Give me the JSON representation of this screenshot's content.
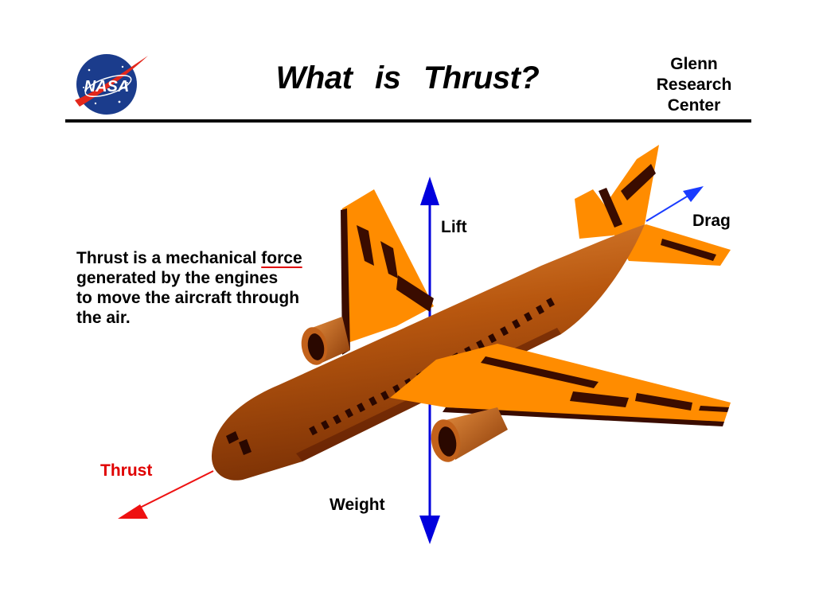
{
  "header": {
    "logo_text": "NASA",
    "title": "What is Thrust?",
    "org_lines": [
      "Glenn",
      "Research",
      "Center"
    ]
  },
  "description": {
    "line1_before": "Thrust is a mechanical ",
    "link_word": "force",
    "line2": "generated by the engines",
    "line3": "to move the aircraft through",
    "line4": "the air."
  },
  "forces": {
    "lift": "Lift",
    "drag": "Drag",
    "weight": "Weight",
    "thrust": "Thrust"
  },
  "colors": {
    "lift_weight_arrow": "#0000dd",
    "drag_arrow": "#1a3cff",
    "thrust_arrow": "#ee1111",
    "fuselage": "#c8621a",
    "wing": "#ff8c00",
    "dark_trim": "#3a0c00"
  }
}
